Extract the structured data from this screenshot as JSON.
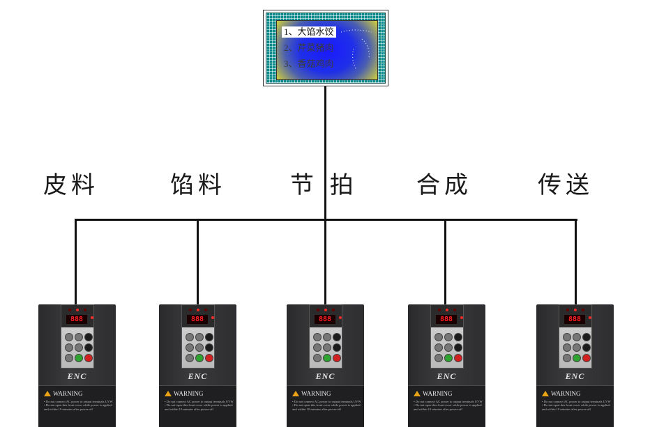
{
  "hmi": {
    "menu": [
      {
        "text": "1、大馅水饺"
      },
      {
        "text": "2、芹菜猪肉"
      },
      {
        "text": "3、香菇鸡肉"
      }
    ]
  },
  "stages": [
    {
      "label": "皮料"
    },
    {
      "label": "馅料"
    },
    {
      "label": "节 拍"
    },
    {
      "label": "合成"
    },
    {
      "label": "传送"
    }
  ],
  "inverter": {
    "display": "888",
    "brand": "ENC",
    "warning_title": "WARNING",
    "warning_lines": [
      "• Do not connect AC power to output terminals UVW",
      "• Do not open this front cover while power is applied",
      "  and within 10 minutes after power-off"
    ]
  },
  "colors": {
    "wire": "#111111",
    "display_red": "#ff2020",
    "key_green": "#2fa32f",
    "key_red": "#d12020"
  }
}
